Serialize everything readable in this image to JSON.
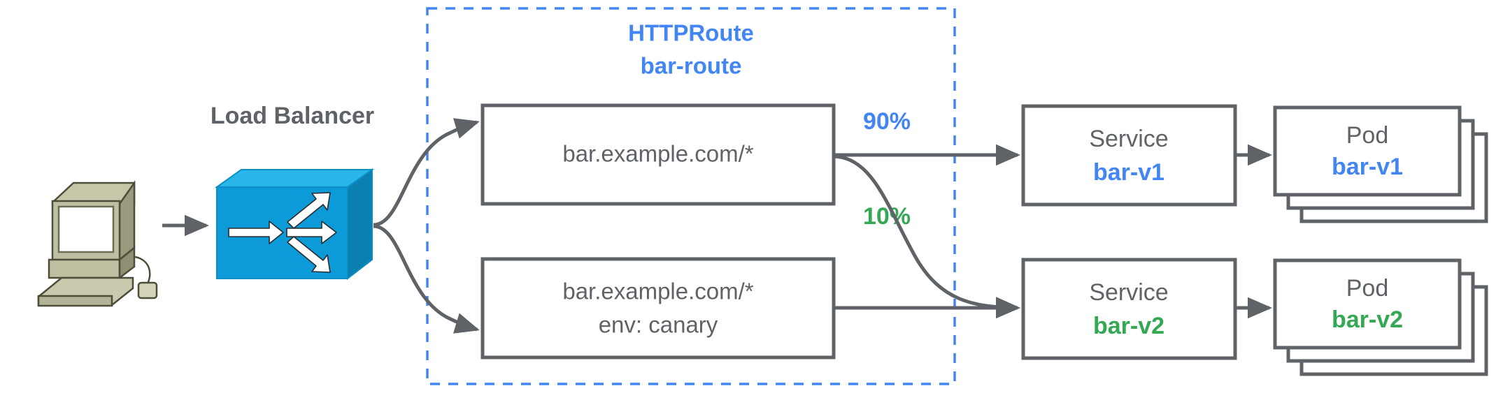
{
  "diagram": {
    "title_group": {
      "kind": "HTTPRoute",
      "name": "bar-route",
      "color": "#4285f4"
    },
    "load_balancer": {
      "label": "Load Balancer",
      "icon": "network-switch-icon",
      "color": "#0aa2dd",
      "label_color": "#5f6368"
    },
    "client": {
      "icon": "desktop-computer-icon",
      "body_color": "#b5b594",
      "shade_color": "#8e8e6e"
    },
    "routes": [
      {
        "id": "route-primary",
        "lines": [
          "bar.example.com/*"
        ],
        "text_color": "#5f6368"
      },
      {
        "id": "route-canary",
        "lines": [
          "bar.example.com/*",
          "env: canary"
        ],
        "text_color": "#5f6368"
      }
    ],
    "weights": [
      {
        "id": "weight-primary",
        "value": "90%",
        "color": "#4285f4"
      },
      {
        "id": "weight-canary",
        "value": "10%",
        "color": "#34a853"
      }
    ],
    "backends": [
      {
        "id": "backend-v1",
        "service": {
          "kind": "Service",
          "name": "bar-v1",
          "color": "#4285f4"
        },
        "pod": {
          "kind": "Pod",
          "name": "bar-v1",
          "color": "#4285f4",
          "replicas": 3
        }
      },
      {
        "id": "backend-v2",
        "service": {
          "kind": "Service",
          "name": "bar-v2",
          "color": "#34a853"
        },
        "pod": {
          "kind": "Pod",
          "name": "bar-v2",
          "color": "#34a853",
          "replicas": 3
        }
      }
    ],
    "palette": {
      "stroke": "#5f6368",
      "blue": "#4285f4",
      "green": "#34a853",
      "switch_blue": "#0aa2dd",
      "background": "#ffffff"
    }
  }
}
